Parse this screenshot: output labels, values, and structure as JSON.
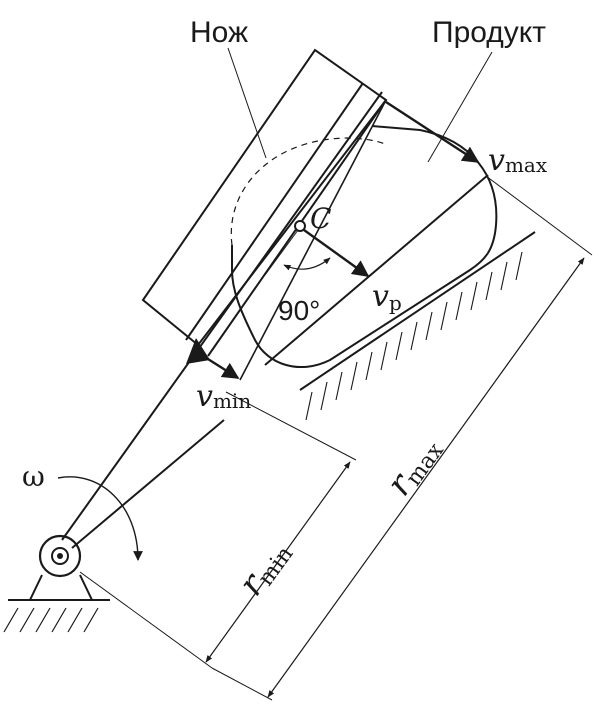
{
  "labels": {
    "knife": "Нож",
    "product": "Продукт",
    "omega": "ω",
    "center": "C",
    "angle": "90°",
    "v_max": {
      "main": "v",
      "sub": "max"
    },
    "v_p": {
      "main": "v",
      "sub": "p"
    },
    "v_min": {
      "main": "v",
      "sub": "min"
    },
    "r_min": {
      "main": "r",
      "sub": "min"
    },
    "r_max": {
      "main": "r",
      "sub": "max"
    }
  }
}
